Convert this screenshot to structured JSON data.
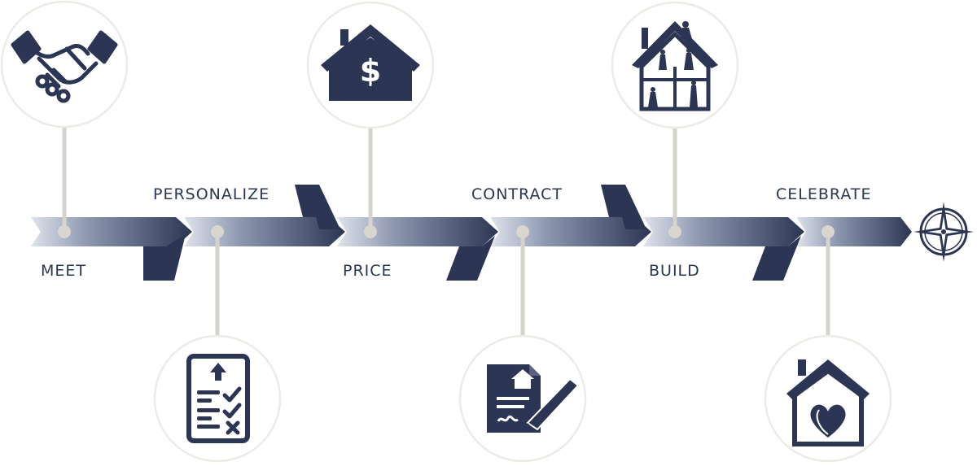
{
  "colors": {
    "navy": "#2c3553",
    "line": "#d6d3ce",
    "ring": "#ecebe6",
    "pin": "#d9d6d0"
  },
  "stages": [
    {
      "label": "MEET",
      "icon": "handshake-icon"
    },
    {
      "label": "PERSONALIZE",
      "icon": "checklist-icon"
    },
    {
      "label": "PRICE",
      "icon": "house-dollar-icon"
    },
    {
      "label": "CONTRACT",
      "icon": "contract-signing-icon"
    },
    {
      "label": "BUILD",
      "icon": "house-construction-icon"
    },
    {
      "label": "CELEBRATE",
      "icon": "house-heart-icon"
    }
  ],
  "end_marker": {
    "icon": "compass-rose-icon"
  }
}
